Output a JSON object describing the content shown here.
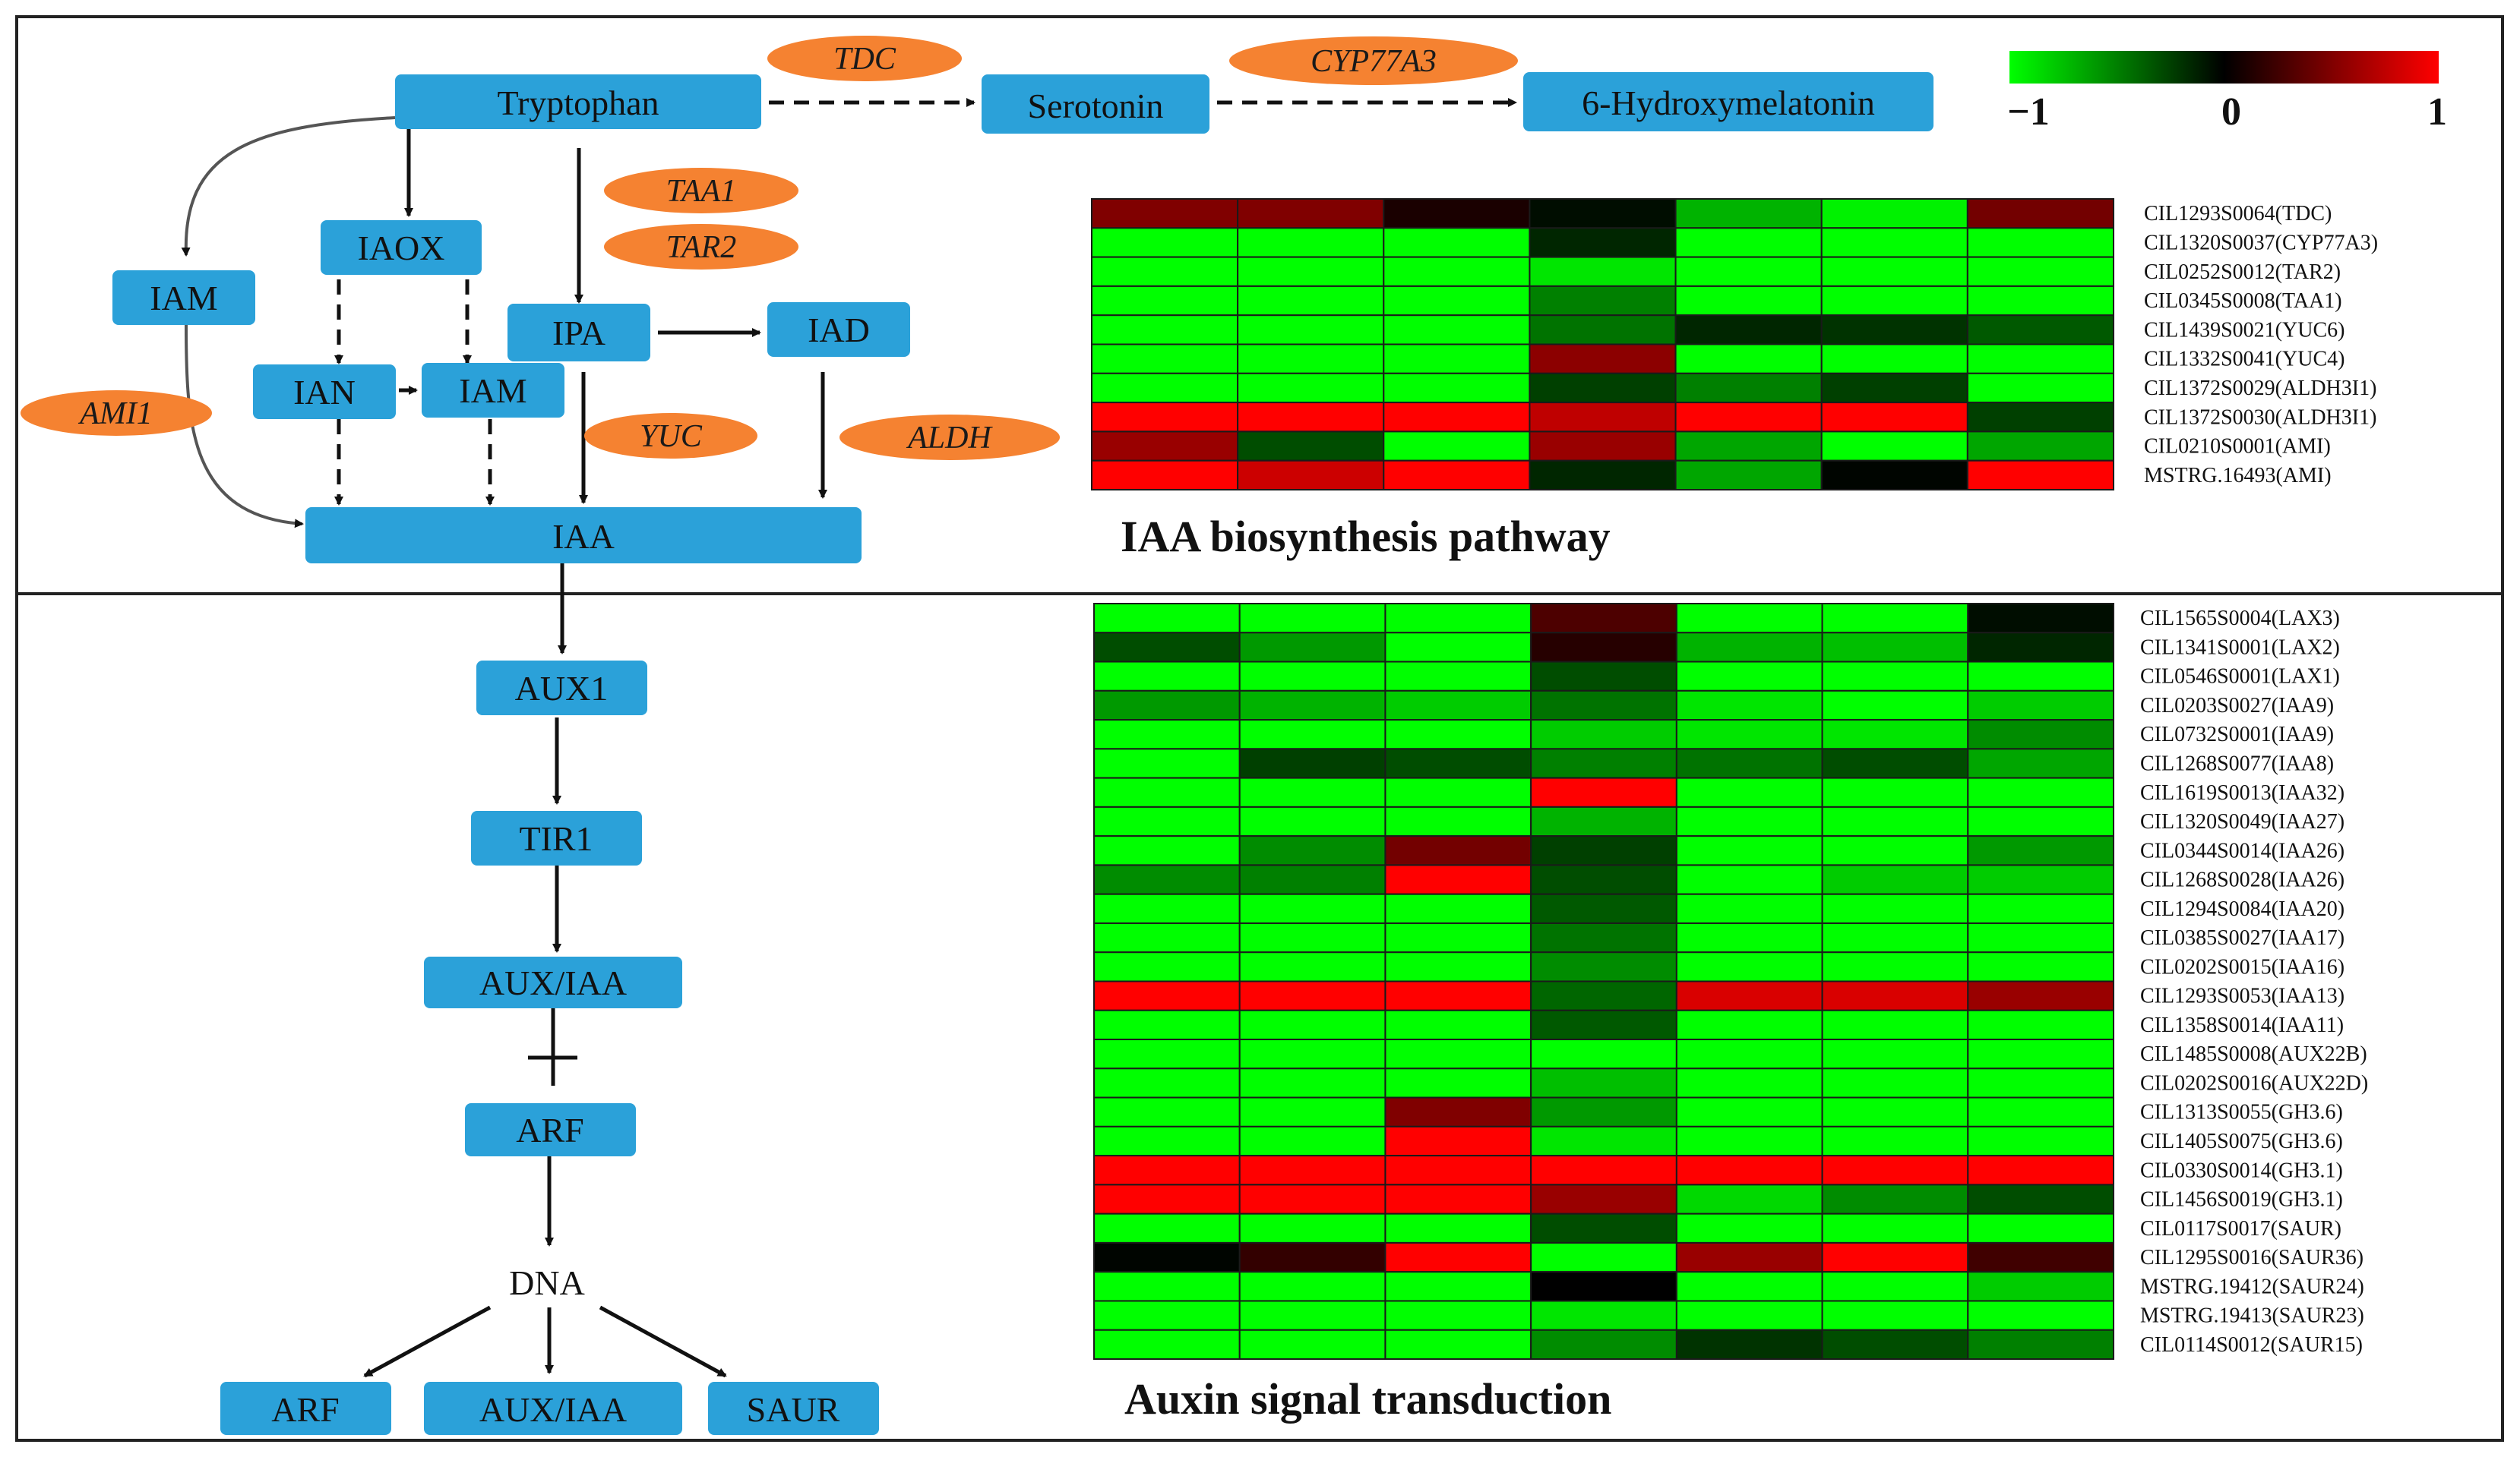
{
  "pathway_top": {
    "nodes": {
      "tryptophan": "Tryptophan",
      "serotonin": "Serotonin",
      "hydroxymelatonin": "6-Hydroxymelatonin",
      "iam_left": "IAM",
      "iaox": "IAOX",
      "ian": "IAN",
      "iam_mid": "IAM",
      "ipa": "IPA",
      "iad": "IAD",
      "iaa": "IAA"
    },
    "enzymes": {
      "tdc": "TDC",
      "cyp77a3": "CYP77A3",
      "taa1": "TAA1",
      "tar2": "TAR2",
      "ami1": "AMI1",
      "yuc": "YUC",
      "aldh": "ALDH"
    }
  },
  "pathway_bottom": {
    "nodes": {
      "aux1": "AUX1",
      "tir1": "TIR1",
      "aux_iaa": "AUX/IAA",
      "arf": "ARF",
      "dna": "DNA",
      "out_arf": "ARF",
      "out_aux_iaa": "AUX/IAA",
      "out_saur": "SAUR"
    }
  },
  "colorbar": {
    "min_label": "−1",
    "mid_label": "0",
    "max_label": "1",
    "colors": [
      "#00ff00",
      "#000000",
      "#ff0000"
    ]
  },
  "chart_data": [
    {
      "type": "heatmap",
      "title": "IAA biosynthesis pathway",
      "value_range": [
        -1,
        1
      ],
      "columns": 7,
      "rows": [
        "CIL1293S0064(TDC)",
        "CIL1320S0037(CYP77A3)",
        "CIL0252S0012(TAR2)",
        "CIL0345S0008(TAA1)",
        "CIL1439S0021(YUC6)",
        "CIL1332S0041(YUC4)",
        "CIL1372S0029(ALDH3I1)",
        "CIL1372S0030(ALDH3I1)",
        "CIL0210S0001(AMI)",
        "MSTRG.16493(AMI)"
      ],
      "values": [
        [
          0.5,
          0.5,
          0.1,
          -0.05,
          -0.7,
          -0.95,
          0.45
        ],
        [
          -1,
          -1,
          -1,
          -0.15,
          -1,
          -1,
          -1
        ],
        [
          -1,
          -1,
          -1,
          -0.9,
          -1,
          -1,
          -1
        ],
        [
          -1,
          -1,
          -1,
          -0.5,
          -1,
          -1,
          -1
        ],
        [
          -1,
          -1,
          -1,
          -0.45,
          -0.15,
          -0.2,
          -0.35
        ],
        [
          -1,
          -1,
          -1,
          0.55,
          -1,
          -1,
          -1
        ],
        [
          -1,
          -1,
          -1,
          -0.25,
          -0.5,
          -0.25,
          -1
        ],
        [
          1,
          1,
          1,
          0.75,
          1,
          1,
          -0.25
        ],
        [
          0.6,
          -0.3,
          -1,
          0.6,
          -0.65,
          -1,
          -0.65
        ],
        [
          1,
          0.8,
          1,
          -0.15,
          -0.65,
          -0.02,
          1
        ]
      ]
    },
    {
      "type": "heatmap",
      "title": "Auxin signal transduction",
      "value_range": [
        -1,
        1
      ],
      "columns": 7,
      "rows": [
        "CIL1565S0004(LAX3)",
        "CIL1341S0001(LAX2)",
        "CIL0546S0001(LAX1)",
        "CIL0203S0027(IAA9)",
        "CIL0732S0001(IAA9)",
        "CIL1268S0077(IAA8)",
        "CIL1619S0013(IAA32)",
        "CIL1320S0049(IAA27)",
        "CIL0344S0014(IAA26)",
        "CIL1268S0028(IAA26)",
        "CIL1294S0084(IAA20)",
        "CIL0385S0027(IAA17)",
        "CIL0202S0015(IAA16)",
        "CIL1293S0053(IAA13)",
        "CIL1358S0014(IAA11)",
        "CIL1485S0008(AUX22B)",
        "CIL0202S0016(AUX22D)",
        "CIL1313S0055(GH3.6)",
        "CIL1405S0075(GH3.6)",
        "CIL0330S0014(GH3.1)",
        "CIL1456S0019(GH3.1)",
        "CIL0117S0017(SAUR)",
        "CIL1295S0016(SAUR36)",
        "MSTRG.19412(SAUR24)",
        "MSTRG.19413(SAUR23)",
        "CIL0114S0012(SAUR15)"
      ],
      "values": [
        [
          -1,
          -1,
          -1,
          0.3,
          -1,
          -1,
          -0.05
        ],
        [
          -0.3,
          -0.6,
          -1,
          0.15,
          -0.7,
          -0.75,
          -0.15
        ],
        [
          -1,
          -1,
          -1,
          -0.3,
          -1,
          -1,
          -1
        ],
        [
          -0.6,
          -0.7,
          -0.8,
          -0.45,
          -0.9,
          -1,
          -0.8
        ],
        [
          -1,
          -1,
          -1,
          -0.8,
          -0.9,
          -0.9,
          -0.55
        ],
        [
          -1,
          -0.25,
          -0.3,
          -0.5,
          -0.45,
          -0.3,
          -0.65
        ],
        [
          -1,
          -1,
          -1,
          1,
          -1,
          -1,
          -1
        ],
        [
          -1,
          -1,
          -1,
          -0.7,
          -1,
          -1,
          -1
        ],
        [
          -1,
          -0.55,
          0.45,
          -0.25,
          -1,
          -1,
          -0.6
        ],
        [
          -0.55,
          -0.5,
          1,
          -0.3,
          -1,
          -0.8,
          -0.8
        ],
        [
          -1,
          -1,
          -1,
          -0.35,
          -1,
          -1,
          -1
        ],
        [
          -1,
          -1,
          -1,
          -0.45,
          -1,
          -1,
          -1
        ],
        [
          -1,
          -1,
          -1,
          -0.55,
          -1,
          -1,
          -1
        ],
        [
          1,
          1,
          1,
          -0.4,
          0.85,
          0.85,
          0.6
        ],
        [
          -1,
          -1,
          -1,
          -0.35,
          -1,
          -1,
          -1
        ],
        [
          -1,
          -1,
          -1,
          -1,
          -1,
          -1,
          -1
        ],
        [
          -1,
          -1,
          -1,
          -0.75,
          -1,
          -1,
          -1
        ],
        [
          -1,
          -1,
          0.5,
          -0.6,
          -1,
          -1,
          -1
        ],
        [
          -1,
          -1,
          1,
          -0.9,
          -1,
          -1,
          -1
        ],
        [
          1,
          1,
          1,
          1,
          1,
          1,
          1
        ],
        [
          1,
          1,
          1,
          0.6,
          -0.85,
          -0.55,
          -0.3
        ],
        [
          -1,
          -1,
          -1,
          -0.3,
          -1,
          -1,
          -1
        ],
        [
          -0.02,
          0.2,
          1,
          -1,
          0.6,
          1,
          0.25
        ],
        [
          -1,
          -1,
          -1,
          0.0,
          -1,
          -1,
          -0.8
        ],
        [
          -1,
          -1,
          -1,
          -0.9,
          -1,
          -1,
          -1
        ],
        [
          -1,
          -1,
          -1,
          -0.55,
          -0.2,
          -0.3,
          -0.5
        ]
      ]
    }
  ]
}
